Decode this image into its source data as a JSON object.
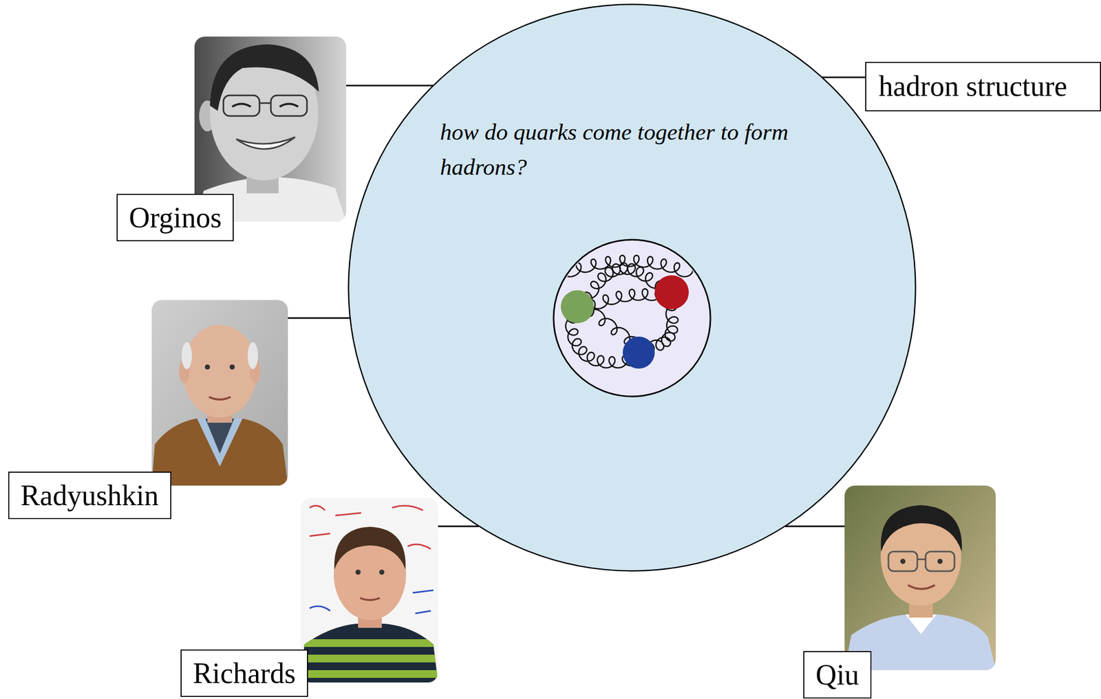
{
  "diagram": {
    "nodes": [
      {
        "text": [
          "Orginos"
        ]
      },
      {
        "text": [
          "how do quarks come together to form hadrons?"
        ]
      },
      {
        "text": [
          "hadron structure"
        ]
      },
      {
        "text": [
          "Radyushkin"
        ]
      },
      {
        "text": [
          "Richards"
        ]
      },
      {
        "text": [
          "Qiu"
        ]
      }
    ],
    "edges": [
      {
        "from": 0,
        "to": 1,
        "arrow": "none"
      },
      {
        "from": 1,
        "to": 2,
        "arrow": "none"
      },
      {
        "from": 3,
        "to": 1,
        "arrow": "none"
      },
      {
        "from": 4,
        "to": 1,
        "arrow": "none"
      },
      {
        "from": 5,
        "to": 1,
        "arrow": "none"
      }
    ]
  }
}
